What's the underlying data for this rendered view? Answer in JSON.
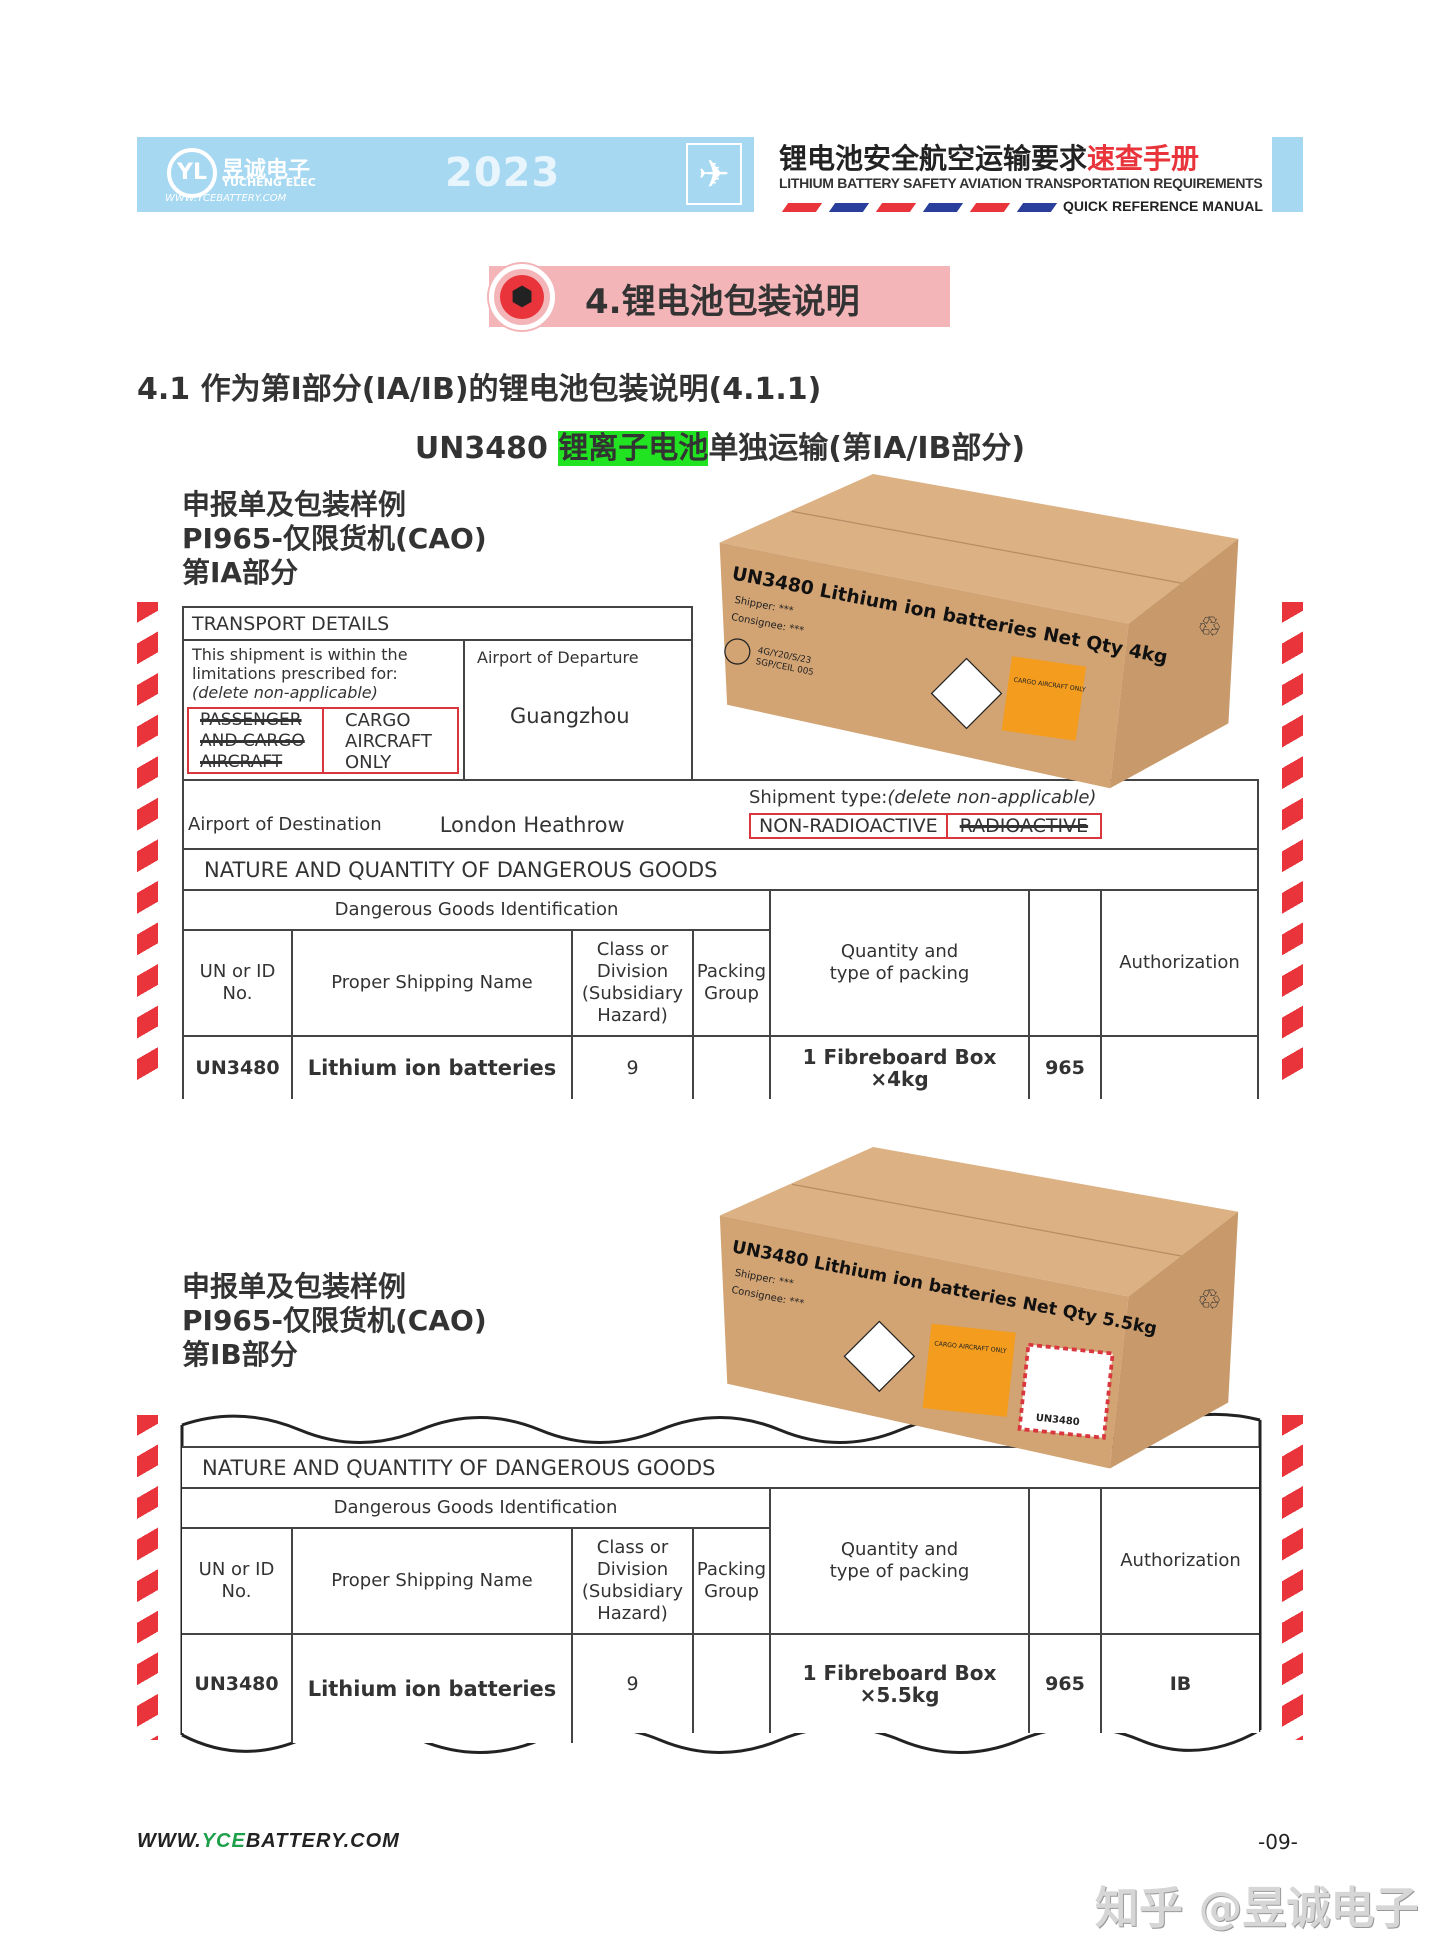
{
  "header": {
    "logo_mark": "YL",
    "logo_cn": "昱诚电子",
    "logo_en": "YUCHENG ELEC",
    "logo_url": "WWW.YCEBATTERY.COM",
    "year": "2023",
    "title_cn": "锂电池安全航空运输要求",
    "title_cn_red": "速查手册",
    "subtitle_en": "LITHIUM BATTERY SAFETY AVIATION TRANSPORTATION REQUIREMENTS",
    "subtitle_en2": "QUICK REFERENCE MANUAL",
    "colors": {
      "band": "#a6d8f2",
      "red": "#e8343a",
      "blue": "#2a3f9c"
    }
  },
  "section": {
    "title": "4.锂电池包装说明",
    "icon": "box-icon"
  },
  "heading": "4.1 作为第I部分(IA/IB)的锂电池包装说明(4.1.1)",
  "subheading": {
    "prefix": "UN3480 ",
    "highlight": "锂离子电池",
    "suffix": "单独运输(第IA/IB部分)"
  },
  "example1": {
    "label": [
      "申报单及包装样例",
      "PI965-仅限货机(CAO)",
      "第IA部分"
    ],
    "box": {
      "marking": "UN3480 Lithium ion batteries Net Qty 4kg",
      "shipper": "Shipper: ***",
      "consignee": "Consignee: ***",
      "un_spec1": "4G/Y20/S/23",
      "un_spec2": "SGP/CEIL 005",
      "cao_label": "CARGO AIRCRAFT ONLY"
    },
    "transport": {
      "title": "TRANSPORT DETAILS",
      "limits_text": "This shipment is within the limitations prescribed for:",
      "delete_note": "(delete non-applicable)",
      "passenger": [
        "PASSENGER",
        "AND CARGO",
        "AIRCRAFT"
      ],
      "cargo": [
        "CARGO",
        "AIRCRAFT",
        "ONLY"
      ],
      "departure_label": "Airport of Departure",
      "departure": "Guangzhou",
      "destination_label": "Airport of Destination",
      "destination": "London Heathrow",
      "shipment_type_label": "Shipment type:",
      "shipment_type_note": "(delete non-applicable)",
      "non_radioactive": "NON-RADIOACTIVE",
      "radioactive": "RADIOACTIVE"
    },
    "table": {
      "nature_title": "NATURE AND QUANTITY OF DANGEROUS GOODS",
      "dg_id": "Dangerous Goods Identification",
      "headers": [
        "UN or ID No.",
        "Proper Shipping Name",
        "Class or Division (Subsidiary Hazard)",
        "Packing Group",
        "Quantity and type of packing",
        "",
        "Authorization"
      ],
      "row": [
        "UN3480",
        "Lithium ion batteries",
        "9",
        "",
        "1 Fibreboard Box ×4kg",
        "965",
        ""
      ]
    }
  },
  "example2": {
    "label": [
      "申报单及包装样例",
      "PI965-仅限货机(CAO)",
      "第IB部分"
    ],
    "box": {
      "marking": "UN3480 Lithium ion batteries Net Qty 5.5kg",
      "shipper": "Shipper: ***",
      "consignee": "Consignee: ***",
      "cao_label": "CARGO AIRCRAFT ONLY",
      "battery_label": "UN3480"
    },
    "table": {
      "nature_title": "NATURE AND QUANTITY OF DANGEROUS GOODS",
      "dg_id": "Dangerous Goods Identification",
      "headers": [
        "UN or ID No.",
        "Proper Shipping Name",
        "Class or Division (Subsidiary Hazard)",
        "Packing Group",
        "Quantity and type of packing",
        "",
        "Authorization"
      ],
      "row": [
        "UN3480",
        "Lithium ion batteries",
        "9",
        "",
        "1 Fibreboard Box ×5.5kg",
        "965",
        "IB"
      ]
    }
  },
  "footer": {
    "url_prefix": "WWW.",
    "url_green": "YCE",
    "url_suffix": "BATTERY.COM",
    "page": "-09-",
    "watermark": "知乎 @昱诚电子"
  }
}
